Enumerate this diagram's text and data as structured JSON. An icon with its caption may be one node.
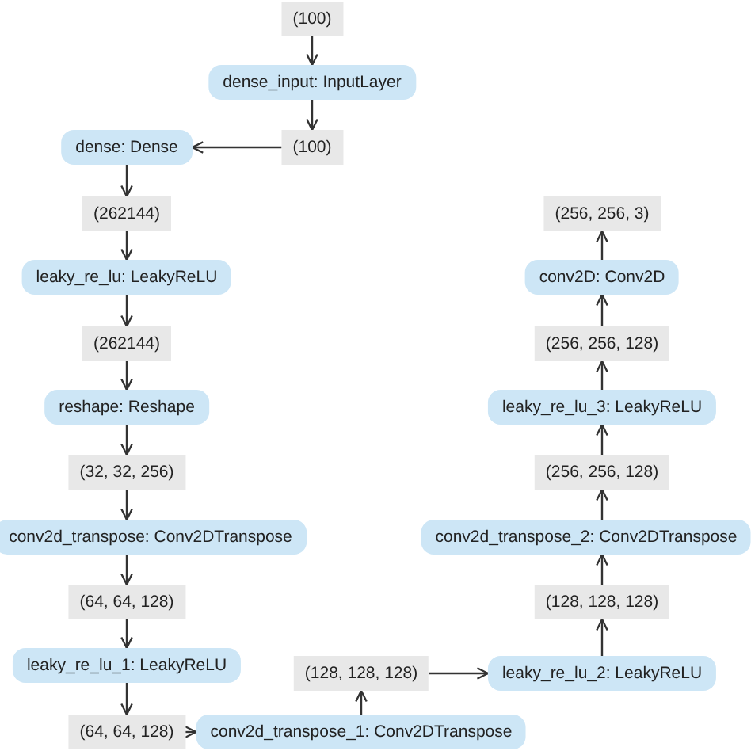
{
  "diagram": {
    "nodes": [
      {
        "text": [
          "(100)"
        ]
      },
      {
        "text": [
          "dense_input: InputLayer"
        ]
      },
      {
        "text": [
          "(100)"
        ]
      },
      {
        "text": [
          "dense: Dense"
        ]
      },
      {
        "text": [
          "(262144)"
        ]
      },
      {
        "text": [
          "leaky_re_lu: LeakyReLU"
        ]
      },
      {
        "text": [
          "(262144)"
        ]
      },
      {
        "text": [
          "reshape: Reshape"
        ]
      },
      {
        "text": [
          "(32, 32, 256)"
        ]
      },
      {
        "text": [
          "conv2d_transpose: Conv2DTranspose"
        ]
      },
      {
        "text": [
          "(64, 64, 128)"
        ]
      },
      {
        "text": [
          "leaky_re_lu_1: LeakyReLU"
        ]
      },
      {
        "text": [
          "(64, 64, 128)"
        ]
      },
      {
        "text": [
          "conv2d_transpose_1: Conv2DTranspose"
        ]
      },
      {
        "text": [
          "(128, 128, 128)"
        ]
      },
      {
        "text": [
          "leaky_re_lu_2: LeakyReLU"
        ]
      },
      {
        "text": [
          "(128, 128, 128)"
        ]
      },
      {
        "text": [
          "conv2d_transpose_2: Conv2DTranspose"
        ]
      },
      {
        "text": [
          "(256, 256, 128)"
        ]
      },
      {
        "text": [
          "leaky_re_lu_3: LeakyReLU"
        ]
      },
      {
        "text": [
          "(256, 256, 128)"
        ]
      },
      {
        "text": [
          "conv2D: Conv2D"
        ]
      },
      {
        "text": [
          "(256, 256, 3)"
        ]
      }
    ],
    "edges": [
      {
        "from": 0,
        "to": 1,
        "arrow": "to"
      },
      {
        "from": 1,
        "to": 2,
        "arrow": "to"
      },
      {
        "from": 2,
        "to": 3,
        "arrow": "to"
      },
      {
        "from": 3,
        "to": 4,
        "arrow": "to"
      },
      {
        "from": 4,
        "to": 5,
        "arrow": "to"
      },
      {
        "from": 5,
        "to": 6,
        "arrow": "to"
      },
      {
        "from": 6,
        "to": 7,
        "arrow": "to"
      },
      {
        "from": 7,
        "to": 8,
        "arrow": "to"
      },
      {
        "from": 8,
        "to": 9,
        "arrow": "to"
      },
      {
        "from": 9,
        "to": 10,
        "arrow": "to"
      },
      {
        "from": 10,
        "to": 11,
        "arrow": "to"
      },
      {
        "from": 11,
        "to": 12,
        "arrow": "to"
      },
      {
        "from": 12,
        "to": 13,
        "arrow": "to"
      },
      {
        "from": 13,
        "to": 14,
        "arrow": "to"
      },
      {
        "from": 14,
        "to": 15,
        "arrow": "to"
      },
      {
        "from": 15,
        "to": 16,
        "arrow": "to"
      },
      {
        "from": 16,
        "to": 17,
        "arrow": "to"
      },
      {
        "from": 17,
        "to": 18,
        "arrow": "to"
      },
      {
        "from": 18,
        "to": 19,
        "arrow": "to"
      },
      {
        "from": 19,
        "to": 20,
        "arrow": "to"
      },
      {
        "from": 20,
        "to": 21,
        "arrow": "to"
      },
      {
        "from": 21,
        "to": 22,
        "arrow": "to"
      }
    ]
  }
}
